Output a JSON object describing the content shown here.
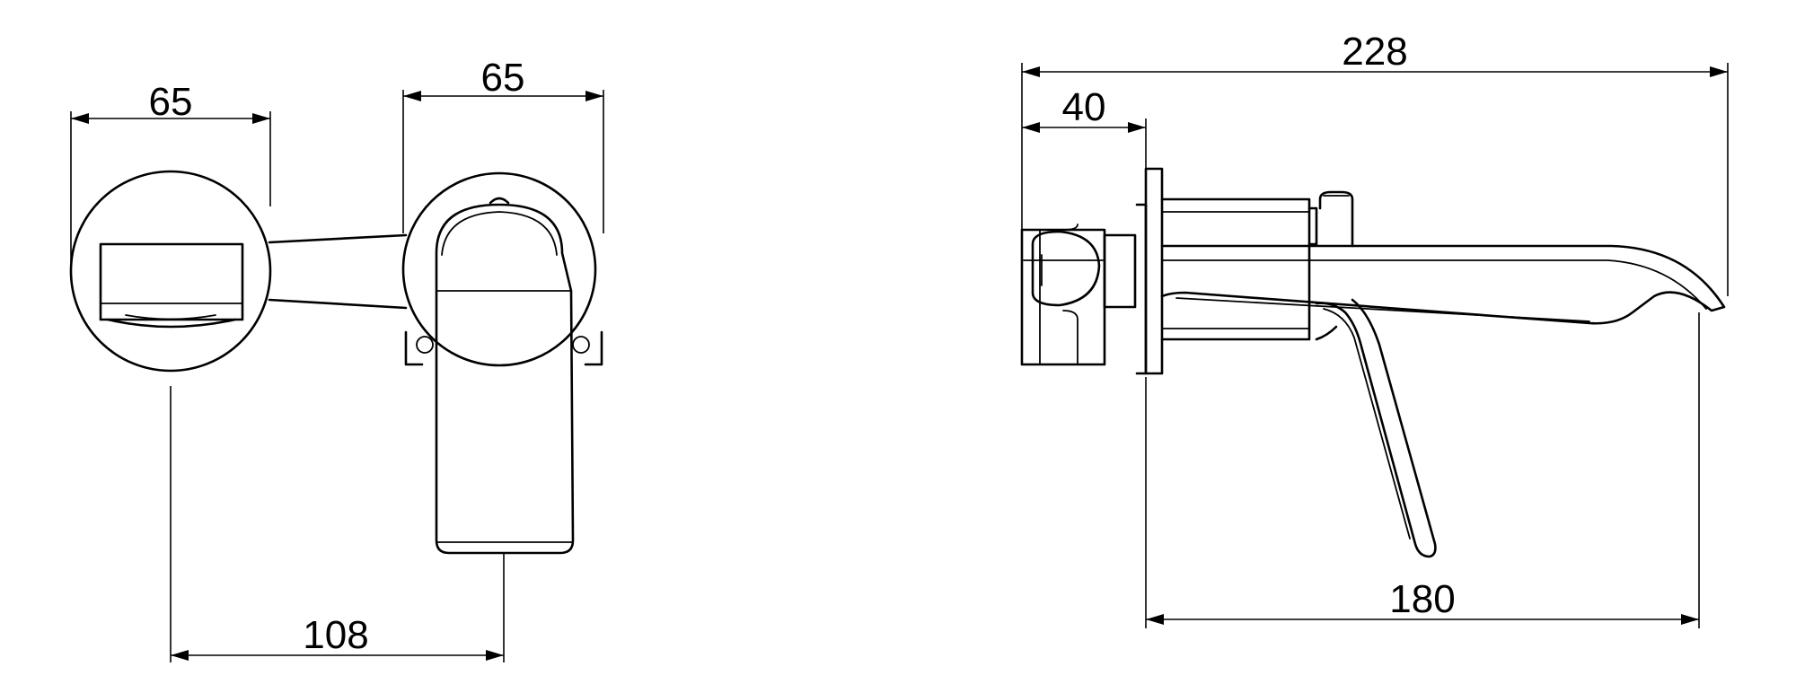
{
  "front_view": {
    "escutcheon_width_label": "65",
    "mixer_width_label": "65",
    "centre_distance_label": "108"
  },
  "side_view": {
    "overall_depth_label": "228",
    "body_depth_label": "40",
    "spout_projection_label": "180"
  },
  "colors": {
    "line": "#000000",
    "background": "#ffffff"
  }
}
